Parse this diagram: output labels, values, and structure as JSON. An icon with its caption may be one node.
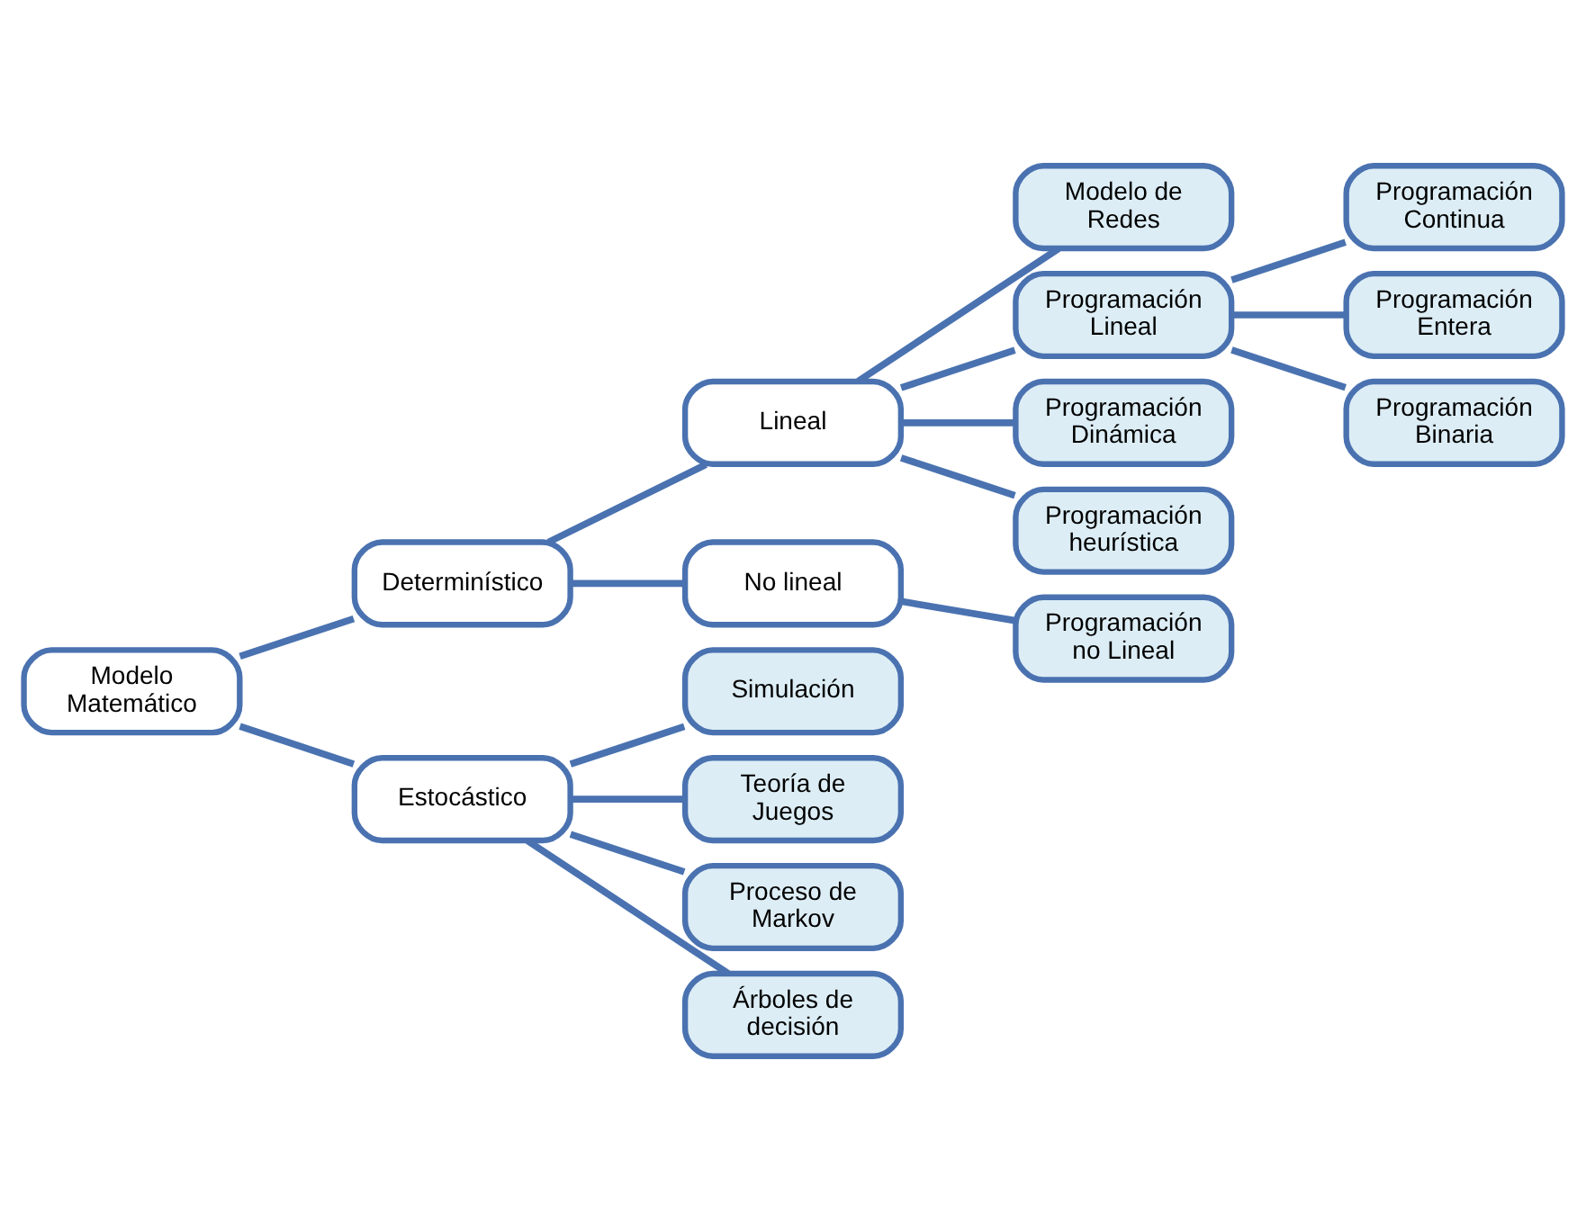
{
  "diagram": {
    "nodes": [
      {
        "text": [
          "Modelo Matemático"
        ]
      },
      {
        "text": [
          "Determinístico"
        ]
      },
      {
        "text": [
          "Estocástico"
        ]
      },
      {
        "text": [
          "Lineal"
        ]
      },
      {
        "text": [
          "No lineal"
        ]
      },
      {
        "text": [
          "Modelo de Redes"
        ]
      },
      {
        "text": [
          "Programación Lineal"
        ]
      },
      {
        "text": [
          "Programación Dinámica"
        ]
      },
      {
        "text": [
          "Programación heurística"
        ]
      },
      {
        "text": [
          "Programación no Lineal"
        ]
      },
      {
        "text": [
          "Programación Continua"
        ]
      },
      {
        "text": [
          "Programación Entera"
        ]
      },
      {
        "text": [
          "Programación Binaria"
        ]
      },
      {
        "text": [
          "Simulación"
        ]
      },
      {
        "text": [
          "Teoría de Juegos"
        ]
      },
      {
        "text": [
          "Proceso de Markov"
        ]
      },
      {
        "text": [
          "Árboles de decisión"
        ]
      }
    ],
    "edges": [
      {
        "from": 0,
        "to": 1,
        "arrow": "none"
      },
      {
        "from": 0,
        "to": 2,
        "arrow": "none"
      },
      {
        "from": 1,
        "to": 3,
        "arrow": "none"
      },
      {
        "from": 1,
        "to": 4,
        "arrow": "none"
      },
      {
        "from": 3,
        "to": 5,
        "arrow": "none"
      },
      {
        "from": 3,
        "to": 6,
        "arrow": "none"
      },
      {
        "from": 3,
        "to": 7,
        "arrow": "none"
      },
      {
        "from": 3,
        "to": 8,
        "arrow": "none"
      },
      {
        "from": 4,
        "to": 9,
        "arrow": "none"
      },
      {
        "from": 6,
        "to": 10,
        "arrow": "none"
      },
      {
        "from": 6,
        "to": 11,
        "arrow": "none"
      },
      {
        "from": 6,
        "to": 12,
        "arrow": "none"
      },
      {
        "from": 2,
        "to": 13,
        "arrow": "none"
      },
      {
        "from": 2,
        "to": 14,
        "arrow": "none"
      },
      {
        "from": 2,
        "to": 15,
        "arrow": "none"
      },
      {
        "from": 2,
        "to": 16,
        "arrow": "none"
      }
    ]
  }
}
